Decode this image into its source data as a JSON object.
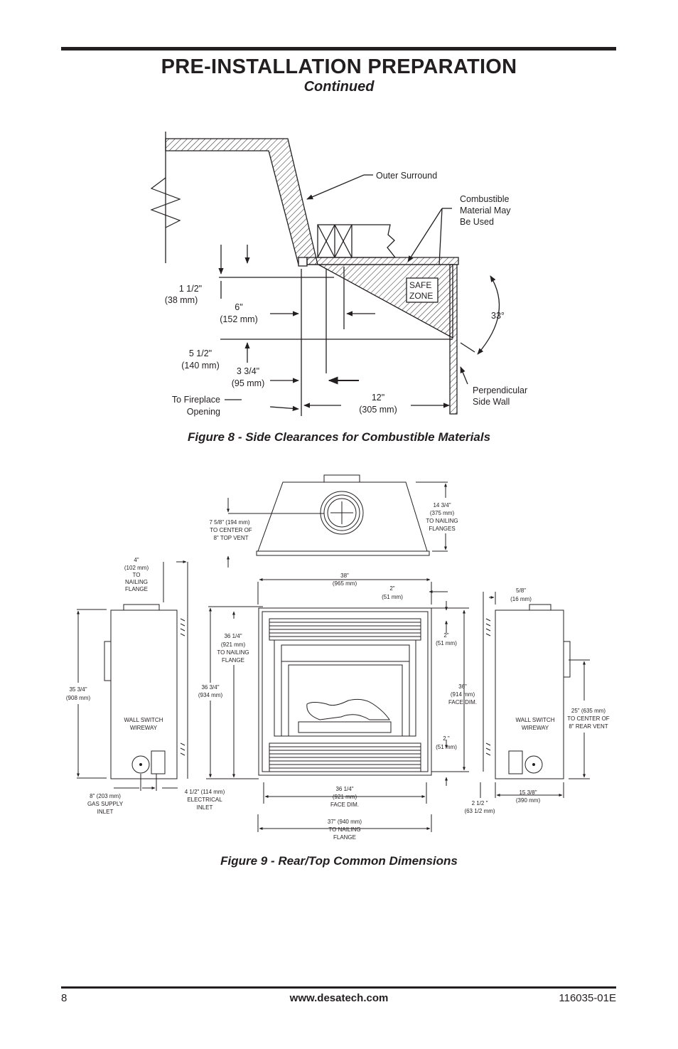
{
  "header": {
    "title": "PRE-INSTALLATION PREPARATION",
    "subtitle": "Continued"
  },
  "figure8": {
    "caption": "Figure 8 - Side Clearances for Combustible Materials",
    "labels": {
      "outer_surround": "Outer Surround",
      "combustible_1": "Combustible",
      "combustible_2": "Material May",
      "combustible_3": "Be Used",
      "safe_1": "SAFE",
      "safe_2": "ZONE",
      "angle": "33°",
      "perp_1": "Perpendicular",
      "perp_2": "Side Wall",
      "to_fp_1": "To Fireplace",
      "to_fp_2": "Opening",
      "d1_in": "1 1/2\"",
      "d1_mm": "(38 mm)",
      "d2_in": "6\"",
      "d2_mm": "(152 mm)",
      "d3_in": "5 1/2\"",
      "d3_mm": "(140 mm)",
      "d4_in": "3 3/4\"",
      "d4_mm": "(95 mm)",
      "d5_in": "12\"",
      "d5_mm": "(305 mm)"
    }
  },
  "figure9": {
    "caption": "Figure 9 - Rear/Top Common Dimensions",
    "labels": {
      "top_vent_1": "7 5/8\" (194 mm)",
      "top_vent_2": "TO CENTER OF",
      "top_vent_3": "8\"  TOP VENT",
      "top_flange_1": "14 3/4\"",
      "top_flange_2": "(375 mm)",
      "top_flange_3": "TO NAILING",
      "top_flange_4": "FLANGES",
      "left_nail_1": "4\"",
      "left_nail_2": "(102 mm)",
      "left_nail_3": "TO",
      "left_nail_4": "NAILING",
      "left_nail_5": "FLANGE",
      "w38_1": "38\"",
      "w38_2": "(965 mm)",
      "d2_1": "2\"",
      "d2_2": "(51 mm)",
      "r58_1": "5/8\"",
      "r58_2": "(16 mm)",
      "h358_1": "35 3/4\"",
      "h358_2": "(908 mm)",
      "h921n_1": "36 1/4\"",
      "h921n_2": "(921 mm)",
      "h921n_3": "TO NAILING",
      "h921n_4": "FLANGE",
      "h934_1": "36 3/4\"",
      "h934_2": "(934 mm)",
      "d2b_1": "2\"",
      "d2b_2": "(51 mm)",
      "h36_1": "36\"",
      "h36_2": "(914 mm)",
      "h36_3": "FACE DIM.",
      "d2c_1": "2 \"",
      "d2c_2": "(51 mm)",
      "rv_1": "25\" (635 mm)",
      "rv_2": "TO CENTER OF",
      "rv_3": "8\" REAR VENT",
      "ws_l1": "WALL SWITCH",
      "ws_l2": "WIREWAY",
      "ws_r1": "WALL SWITCH",
      "ws_r2": "WIREWAY",
      "gas_1": "8\" (203 mm)",
      "gas_2": "GAS SUPPLY",
      "gas_3": "INLET",
      "elec_1": "4 1/2\" (114 mm)",
      "elec_2": "ELECTRICAL",
      "elec_3": "INLET",
      "face_1": "36 1/4\"",
      "face_2": "(921 mm)",
      "face_3": "FACE DIM.",
      "nail37_1": "37\" (940 mm)",
      "nail37_2": "TO NAILING",
      "nail37_3": "FLANGE",
      "d212_1": "2 1/2 \"",
      "d212_2": "(63 1/2 mm)",
      "d1538_1": "15 3/8\"",
      "d1538_2": "(390 mm)"
    }
  },
  "footer": {
    "page_number": "8",
    "website": "www.desatech.com",
    "doc_number": "116035-01E"
  }
}
